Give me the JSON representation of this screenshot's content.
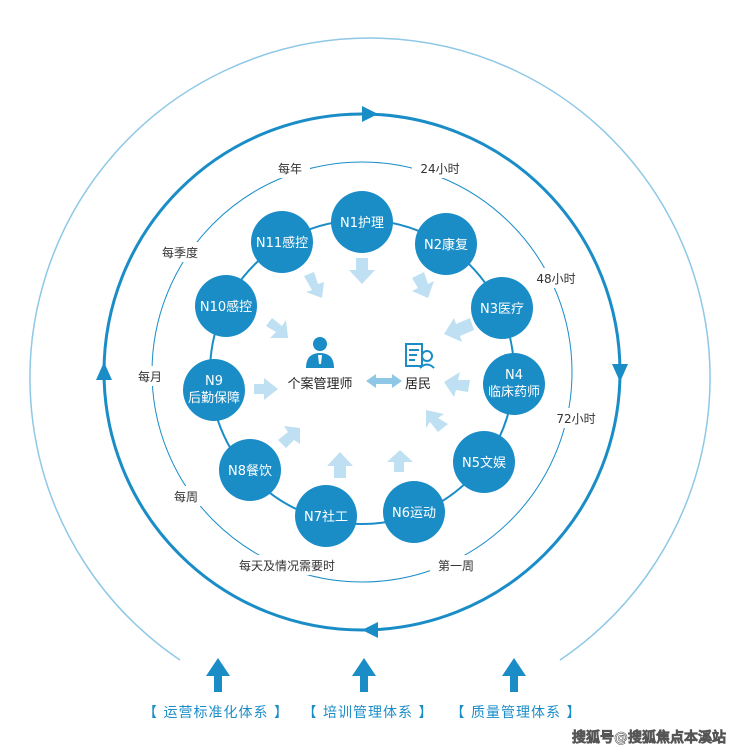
{
  "colors": {
    "primary": "#1a8dc7",
    "light": "#8ec8e6",
    "arrow_fill": "#bfe0f2"
  },
  "nodes": [
    {
      "label": "N1护理"
    },
    {
      "label": "N2康复"
    },
    {
      "label": "N3医疗"
    },
    {
      "label": "N4",
      "label2": "临床药师"
    },
    {
      "label": "N5文娱"
    },
    {
      "label": "N6运动"
    },
    {
      "label": "N7社工"
    },
    {
      "label": "N8餐饮"
    },
    {
      "label": "N9",
      "label2": "后勤保障"
    },
    {
      "label": "N10感控"
    },
    {
      "label": "N11感控"
    }
  ],
  "ring_labels": {
    "yearly": "每年",
    "h24": "24小时",
    "h48": "48小时",
    "h72": "72小时",
    "quarterly": "每季度",
    "monthly": "每月",
    "weekly": "每周",
    "daily": "每天及情况需要时",
    "first_week": "第一周"
  },
  "center": {
    "case_manager": "个案管理师",
    "resident": "居民",
    "case_manager_icon": "person-icon",
    "resident_icon": "resident-profile-icon"
  },
  "bottom_labels": [
    "【 运营标准化体系 】",
    "【 培训管理体系 】",
    "【 质量管理体系 】"
  ],
  "watermark": "搜狐号@搜狐焦点本溪站"
}
